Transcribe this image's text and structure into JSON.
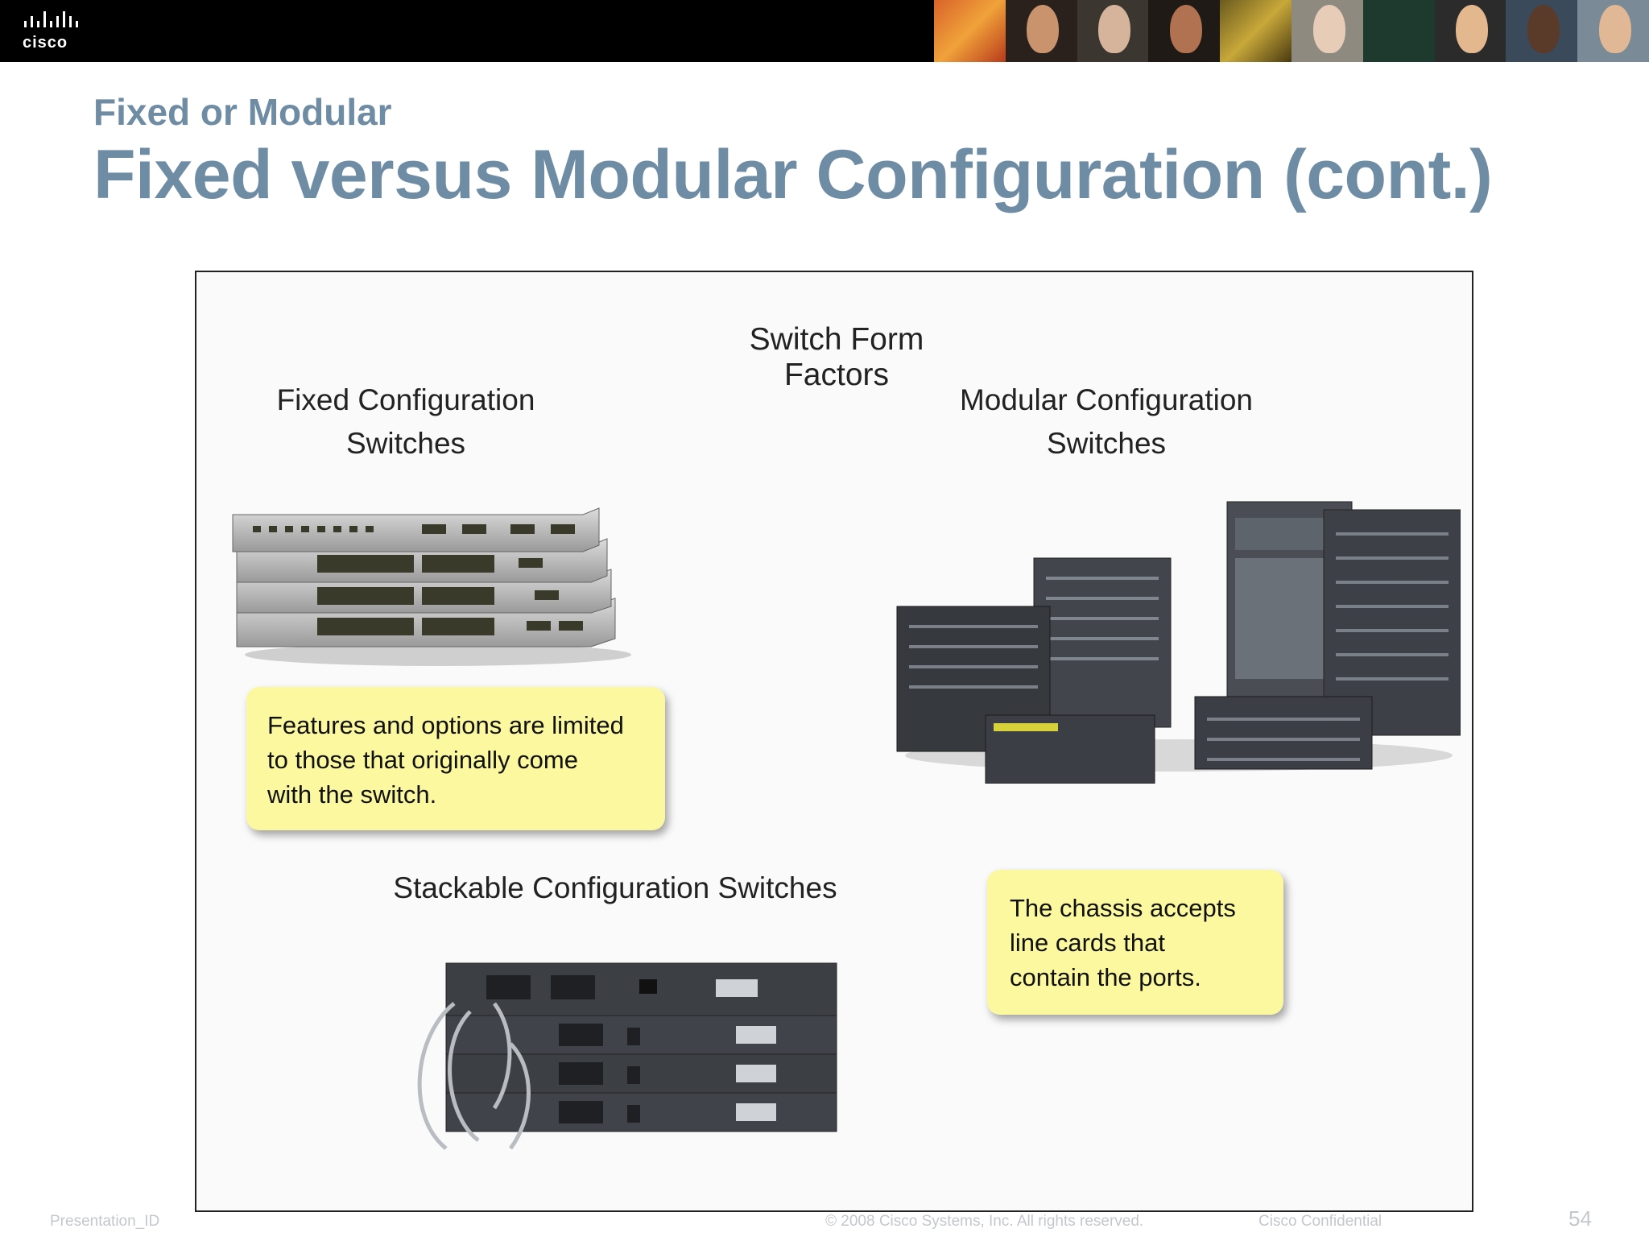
{
  "header": {
    "logo_text": "cisco"
  },
  "slide": {
    "subtitle": "Fixed or Modular",
    "title": "Fixed versus Modular Configuration (cont.)"
  },
  "figure": {
    "heading": "Switch Form Factors",
    "fixed_label_line1": "Fixed Configuration",
    "fixed_label_line2": "Switches",
    "modular_label_line1": "Modular Configuration",
    "modular_label_line2": "Switches",
    "stackable_label": "Stackable Configuration Switches",
    "fixed_note_line1": "Features and options are limited",
    "fixed_note_line2": "to those that originally come",
    "fixed_note_line3": "with the switch.",
    "modular_note_line1": "The chassis accepts",
    "modular_note_line2": "line cards that",
    "modular_note_line3": "contain the ports."
  },
  "footer": {
    "presentation_id": "Presentation_ID",
    "copyright": "© 2008 Cisco Systems, Inc. All rights reserved.",
    "confidential": "Cisco Confidential",
    "page_number": "54"
  },
  "colors": {
    "title": "#6f8ca5",
    "note_bg": "#fbf8a0",
    "header_bg": "#000000"
  }
}
